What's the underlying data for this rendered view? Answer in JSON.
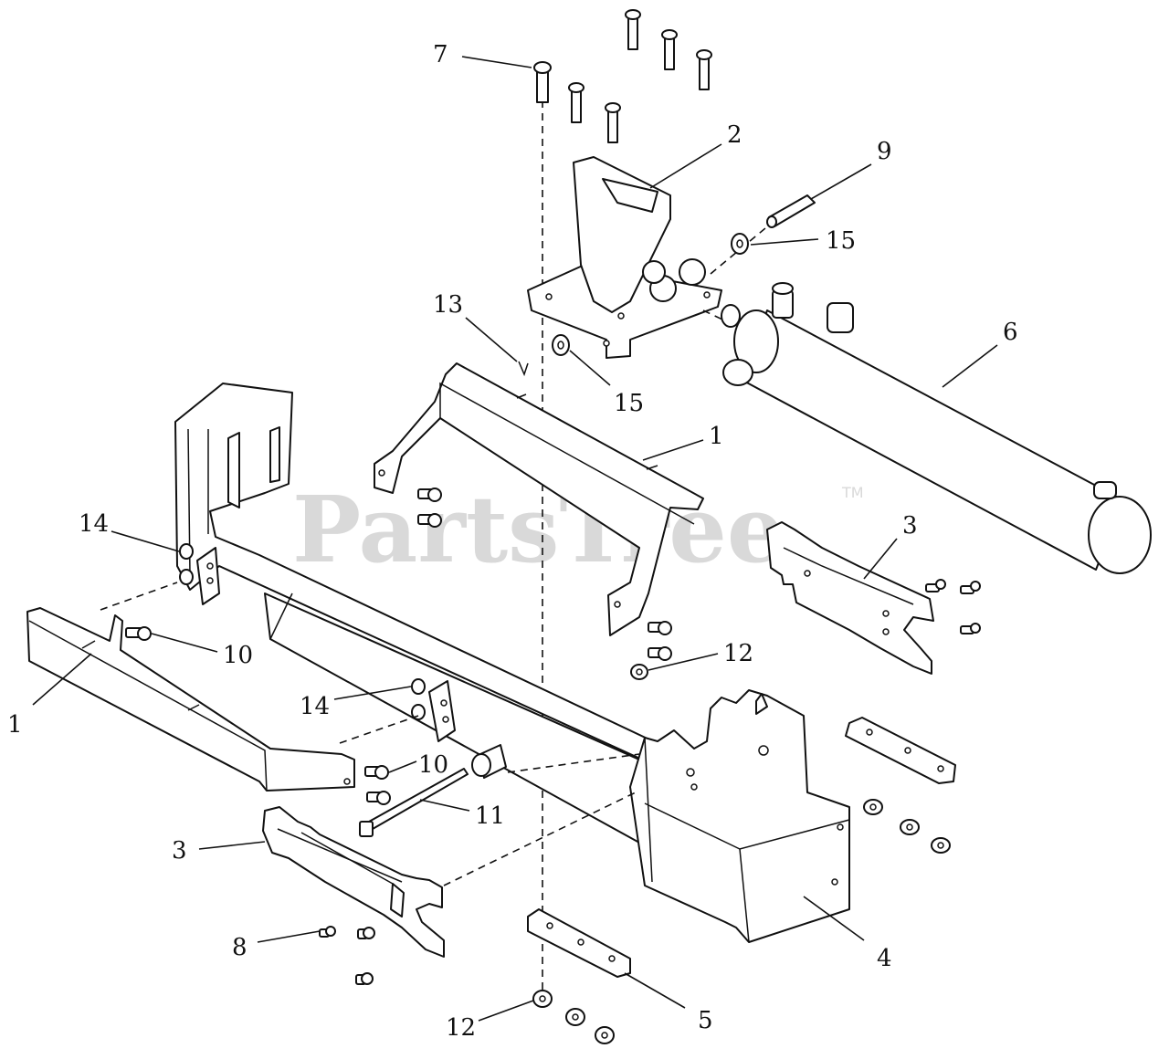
{
  "watermark": {
    "text": "PartsTree",
    "tm": "TM"
  },
  "callouts": [
    {
      "id": "c7",
      "label": "7"
    },
    {
      "id": "c2",
      "label": "2"
    },
    {
      "id": "c9",
      "label": "9"
    },
    {
      "id": "c15a",
      "label": "15"
    },
    {
      "id": "c13",
      "label": "13"
    },
    {
      "id": "c15b",
      "label": "15"
    },
    {
      "id": "c6",
      "label": "6"
    },
    {
      "id": "c1a",
      "label": "1"
    },
    {
      "id": "c3a",
      "label": "3"
    },
    {
      "id": "c14a",
      "label": "14"
    },
    {
      "id": "c10a",
      "label": "10"
    },
    {
      "id": "c12a",
      "label": "12"
    },
    {
      "id": "c1b",
      "label": "1"
    },
    {
      "id": "c14b",
      "label": "14"
    },
    {
      "id": "c10b",
      "label": "10"
    },
    {
      "id": "c11",
      "label": "11"
    },
    {
      "id": "c3b",
      "label": "3"
    },
    {
      "id": "c4",
      "label": "4"
    },
    {
      "id": "c8",
      "label": "8"
    },
    {
      "id": "c5",
      "label": "5"
    },
    {
      "id": "c12b",
      "label": "12"
    }
  ]
}
